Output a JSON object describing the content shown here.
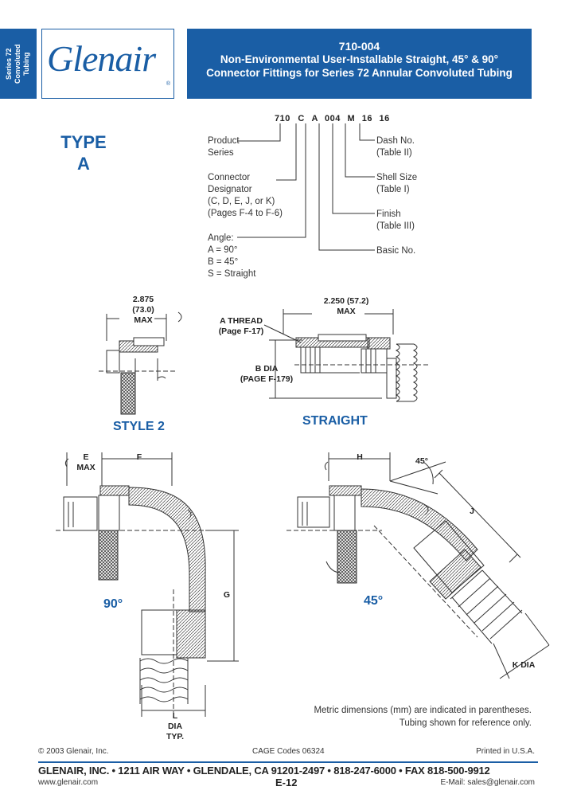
{
  "side_tab": {
    "text": "Series 72\nConvoluted\nTubing"
  },
  "logo": {
    "text": "Glenair",
    "reg": "®"
  },
  "header": {
    "part_number": "710-004",
    "title_line1": "Non-Environmental User-Installable Straight, 45° & 90°",
    "title_line2": "Connector Fittings for Series 72 Annular Convoluted Tubing"
  },
  "type_label": {
    "line1": "TYPE",
    "line2": "A"
  },
  "part_code": {
    "segments": [
      "710",
      "C",
      "A",
      "004",
      "M",
      "16",
      "16"
    ]
  },
  "callouts_left": {
    "product_series": "Product\nSeries",
    "connector_designator": "Connector\nDesignator\n(C, D, E, J, or K)\n(Pages F-4 to F-6)",
    "angle": "Angle:\n   A = 90°\n   B = 45°\n   S = Straight"
  },
  "callouts_right": {
    "dash_no": "Dash No.\n(Table II)",
    "shell_size": "Shell Size\n(Table I)",
    "finish": "Finish\n(Table III)",
    "basic_no": "Basic No."
  },
  "style2": {
    "dim": "2.875\n(73.0)\nMAX",
    "caption": "STYLE 2"
  },
  "straight": {
    "dim": "2.250 (57.2)\nMAX",
    "a_thread": "A THREAD\n(Page F-17)",
    "b_dia": "B DIA\n(PAGE F-179)",
    "caption": "STRAIGHT"
  },
  "ninety": {
    "e_max": "E\nMAX",
    "f": "F",
    "g": "G",
    "l_dia": "L\nDIA\nTYP.",
    "caption": "90°"
  },
  "forty_five": {
    "h": "H",
    "angle": "45°",
    "j": "J",
    "k_dia": "K DIA",
    "caption": "45°"
  },
  "notes": {
    "line1": "Metric dimensions (mm) are indicated in parentheses.",
    "line2": "Tubing shown for reference only."
  },
  "footer": {
    "copyright": "© 2003 Glenair, Inc.",
    "cage": "CAGE Codes 06324",
    "printed": "Printed in U.S.A.",
    "address": "GLENAIR, INC. • 1211 AIR WAY • GLENDALE, CA 91201-2497 • 818-247-6000 • FAX 818-500-9912",
    "website": "www.glenair.com",
    "page": "E-12",
    "email": "E-Mail: sales@glenair.com"
  },
  "colors": {
    "brand_blue": "#1a5ea5"
  }
}
